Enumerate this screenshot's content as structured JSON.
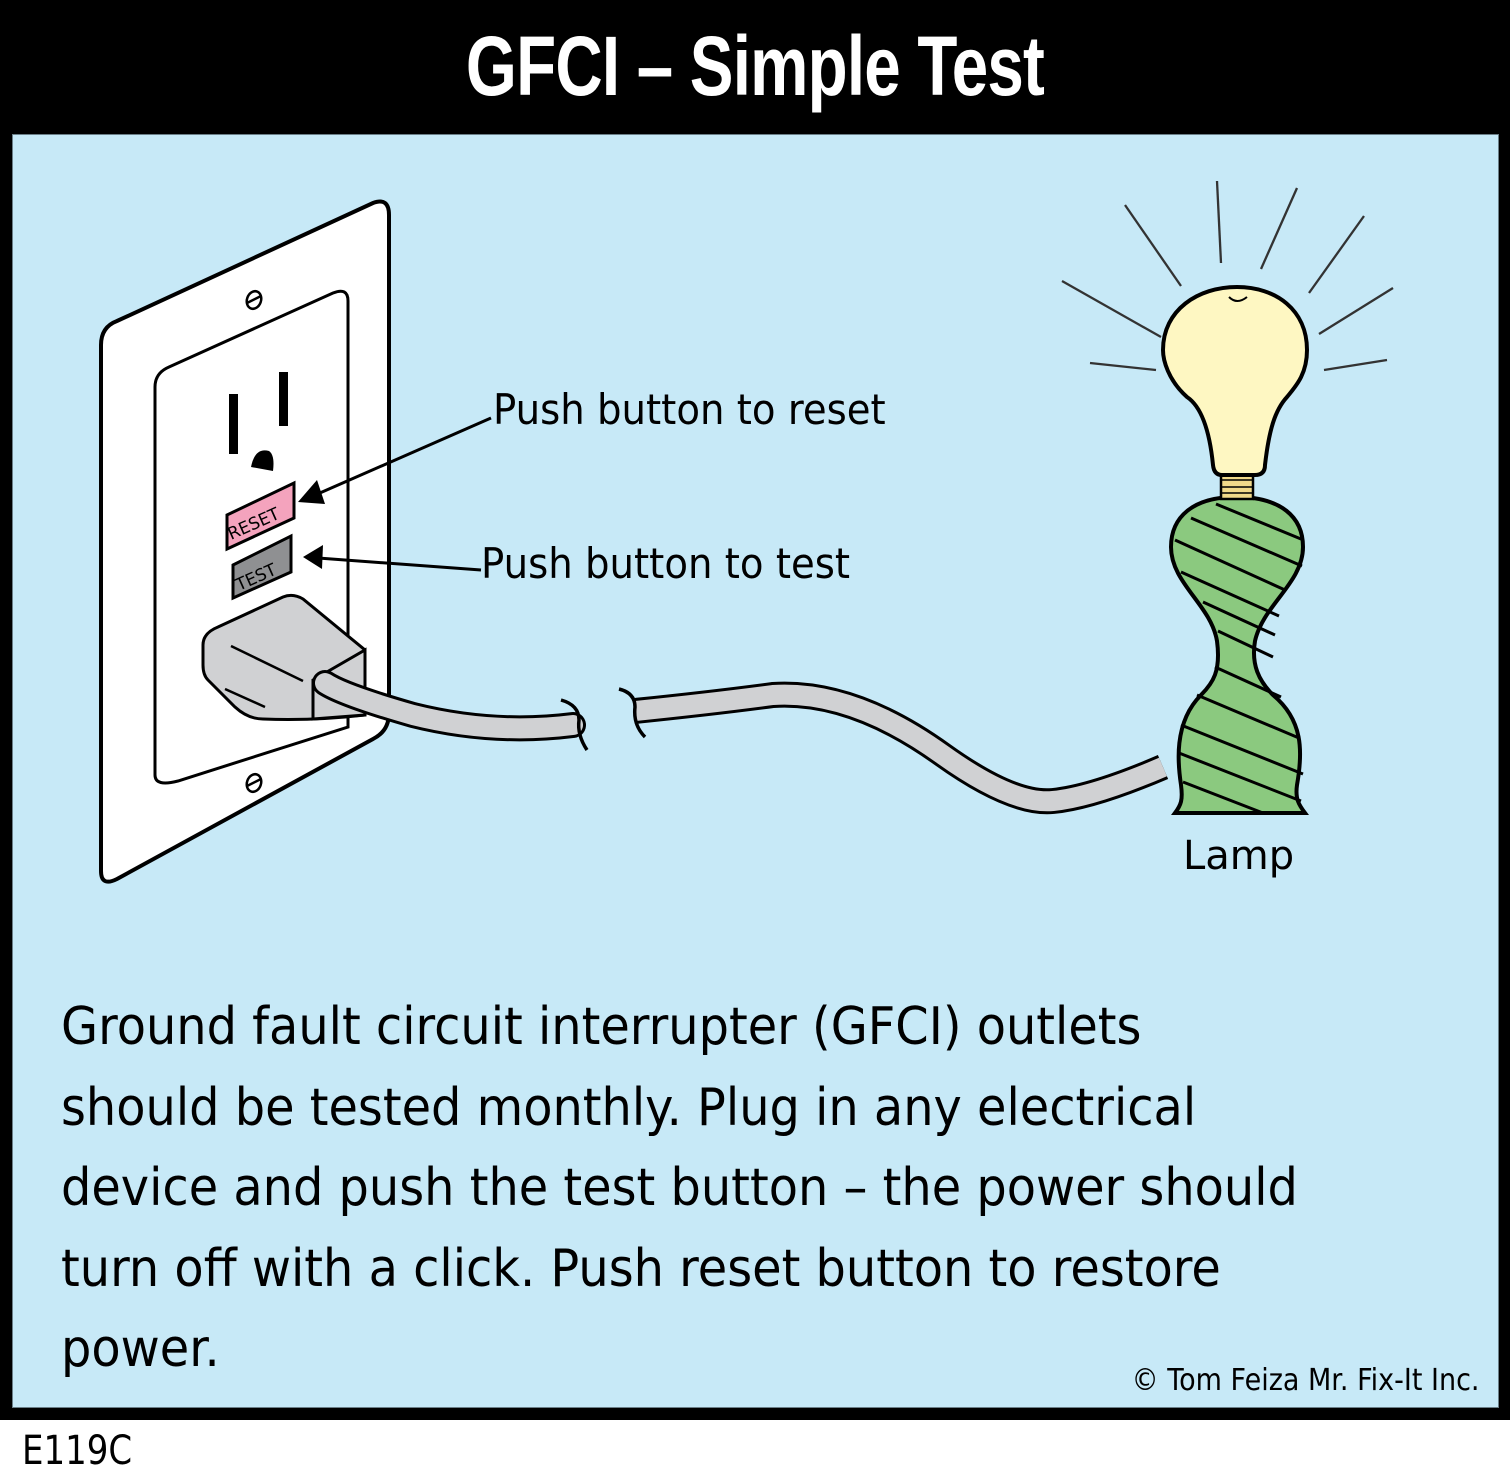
{
  "header": {
    "title": "GFCI – Simple Test"
  },
  "illustration": {
    "outlet": {
      "reset_button_label": "RESET",
      "test_button_label": "TEST",
      "reset_callout": "Push button to reset",
      "test_callout": "Push button to test"
    },
    "lamp": {
      "label": "Lamp"
    }
  },
  "body": {
    "lines": [
      "Ground fault circuit interrupter (GFCI) outlets",
      "should be tested monthly. Plug in any electrical",
      "device and push the test button – the power should",
      "turn off with a click. Push reset button to restore",
      "power."
    ]
  },
  "footer": {
    "copyright": "© Tom Feiza Mr. Fix-It Inc.",
    "code": "E119C"
  },
  "colors": {
    "frame": "#000000",
    "panel": "#c7e9f7",
    "plate": "#ffffff",
    "reset_button": "#f4a3bd",
    "test_button": "#8f9092",
    "plug_cord": "#d0d1d3",
    "bulb": "#fef7c2",
    "bulb_base": "#f1d98a",
    "lamp_body": "#8bc97f"
  }
}
